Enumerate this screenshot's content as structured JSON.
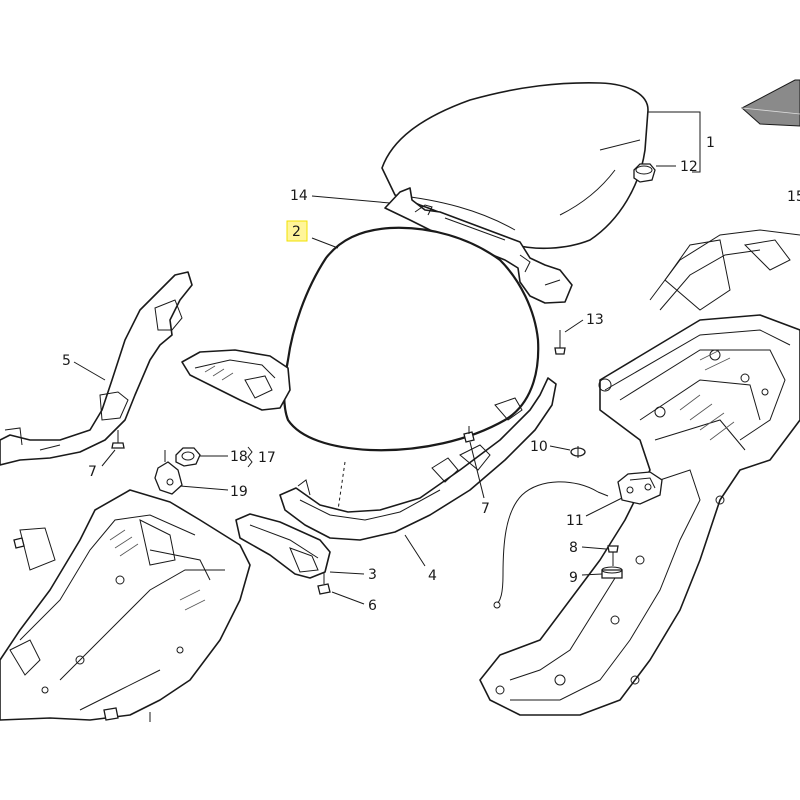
{
  "diagram": {
    "callouts": {
      "c1": "1",
      "c2": "2",
      "c3": "3",
      "c4": "4",
      "c5": "5",
      "c6": "6",
      "c7a": "7",
      "c7b": "7",
      "c8": "8",
      "c9": "9",
      "c10": "10",
      "c11": "11",
      "c12": "12",
      "c13": "13",
      "c14": "14",
      "c15": "15",
      "c17": "17",
      "c18": "18",
      "c19": "19"
    },
    "highlighted_callout": "2",
    "highlight_color": "#fff59a"
  }
}
